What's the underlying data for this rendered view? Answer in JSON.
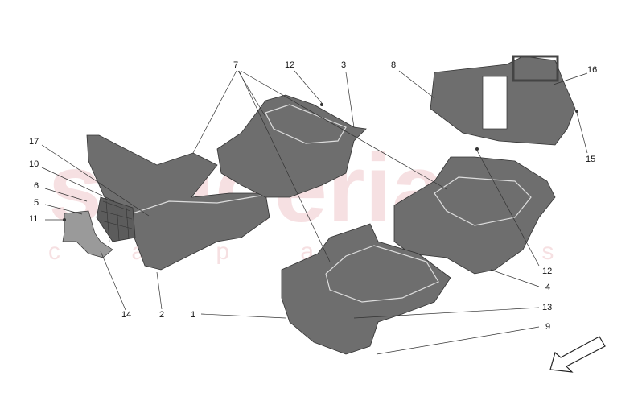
{
  "watermark": {
    "line1": "scuderia",
    "line2": "c a p a r t s",
    "color": "#e8a8ad"
  },
  "labels": [
    {
      "id": "7",
      "text": "7"
    },
    {
      "id": "12a",
      "text": "12"
    },
    {
      "id": "3",
      "text": "3"
    },
    {
      "id": "8",
      "text": "8"
    },
    {
      "id": "16",
      "text": "16"
    },
    {
      "id": "15",
      "text": "15"
    },
    {
      "id": "17",
      "text": "17"
    },
    {
      "id": "10",
      "text": "10"
    },
    {
      "id": "6",
      "text": "6"
    },
    {
      "id": "5",
      "text": "5"
    },
    {
      "id": "11",
      "text": "11"
    },
    {
      "id": "14",
      "text": "14"
    },
    {
      "id": "2",
      "text": "2"
    },
    {
      "id": "1",
      "text": "1"
    },
    {
      "id": "13",
      "text": "13"
    },
    {
      "id": "9",
      "text": "9"
    },
    {
      "id": "4",
      "text": "4"
    },
    {
      "id": "12b",
      "text": "12"
    }
  ],
  "direction_arrow": "arrow-down-left-icon"
}
